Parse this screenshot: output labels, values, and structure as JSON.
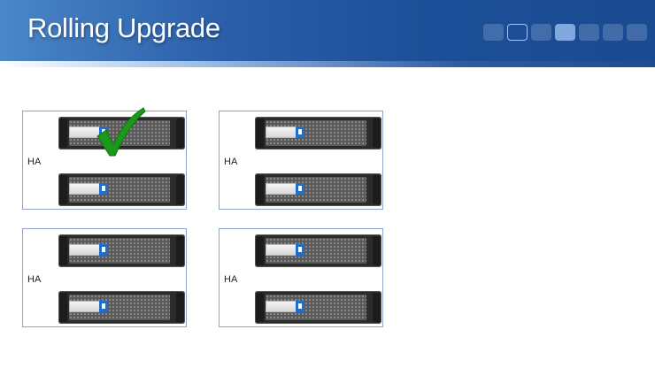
{
  "slide": {
    "title": "Rolling Upgrade",
    "progress_segments": 7,
    "progress_active_index": 3,
    "progress_outlined_index": 1
  },
  "ha_pairs": [
    {
      "label": "HA",
      "upgraded": true
    },
    {
      "label": "HA",
      "upgraded": false
    },
    {
      "label": "HA",
      "upgraded": false
    },
    {
      "label": "HA",
      "upgraded": false
    }
  ],
  "colors": {
    "banner": "#1d4f98",
    "checkmark": "#1a9a1a",
    "box_border": "#8aa6c8",
    "logo": "#1f6fd1"
  },
  "icons": {
    "check": "checkmark-icon",
    "logo": "netapp-logo-icon"
  }
}
